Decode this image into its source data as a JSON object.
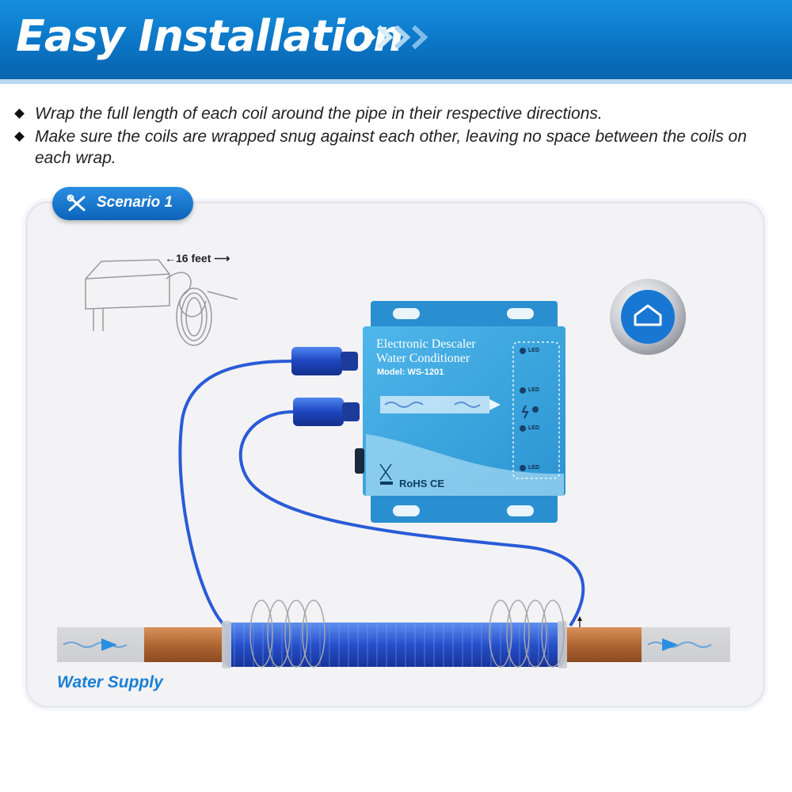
{
  "header": {
    "title": "Easy Installation"
  },
  "instructions": [
    "Wrap the full length of each coil around the pipe in their respective directions.",
    "Make sure the coils are wrapped snug against each other, leaving no space between the coils on each wrap."
  ],
  "scenario": {
    "label": "Scenario 1"
  },
  "adapter": {
    "cord_length": "16 feet"
  },
  "device": {
    "title_line1": "Electronic Descaler",
    "title_line2": "Water Conditioner",
    "model": "Model: WS-1201",
    "certifications": "RoHS CE",
    "led_label": "LED"
  },
  "pipe": {
    "label": "Water Supply"
  },
  "colors": {
    "banner": "#0b74c4",
    "device": "#3aa8e0",
    "cable": "#2a5bd7",
    "pipe": "#b8713f"
  },
  "icons": [
    "chevrons-right-icon",
    "tools-icon",
    "home-icon",
    "power-adapter-icon"
  ]
}
